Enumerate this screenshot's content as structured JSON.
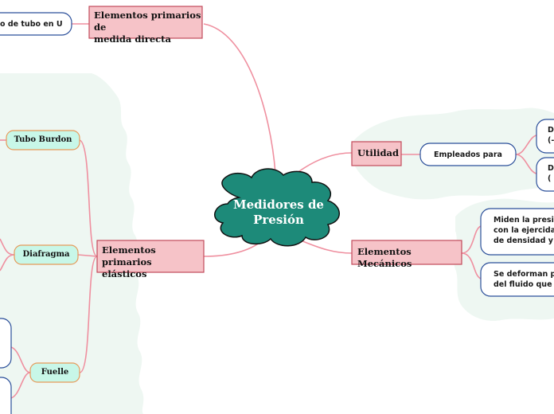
{
  "root": {
    "line1": "Medidores de",
    "line2": "Presión"
  },
  "branches": {
    "direct": {
      "line1": "Elementos primarios de",
      "line2": "medida directa"
    },
    "utilidad": {
      "label": "Utilidad"
    },
    "mecanicos": {
      "label": "Elementos Mecánicos"
    },
    "elasticos": {
      "line1": "Elementos primarios",
      "line2": "elásticos"
    }
  },
  "leaves": {
    "tubo_u": "o de tubo en U",
    "empleados": "Empleados para",
    "u1a": "D",
    "u1b": "(-",
    "u2a": "D",
    "u2b": "(",
    "m1a": "Miden la presió",
    "m1b": "con la ejercida p",
    "m1c": "de densidad y a",
    "m2a": "Se deforman po",
    "m2b": "del fluido que c",
    "burdon": "Tubo Burdon",
    "diafragma": "Diafragma",
    "fuelle": "Fuelle"
  },
  "colors": {
    "root_fill": "#1d8a79",
    "pink_fill": "#f6c3c8",
    "pink_border": "#c24a5a",
    "green_fill": "#c8f7e8",
    "green_border": "#e69a5a",
    "blue_border": "#2b4f9a",
    "connector": "#ef8f9f",
    "bg_zone": "#eef7f2"
  }
}
